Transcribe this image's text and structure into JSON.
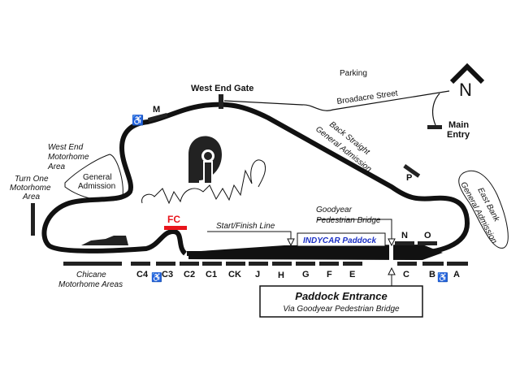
{
  "title": "Track map",
  "labels": {
    "parking": "Parking",
    "broadacre": "Broadacre Street",
    "west_end_gate": "West End Gate",
    "main_entry_1": "Main",
    "main_entry_2": "Entry",
    "north": "N",
    "back_straight_1": "Back Straight",
    "back_straight_2": "General Admission",
    "east_bank_1": "East Bank",
    "east_bank_2": "General Admission",
    "west_end_mh_1": "West End",
    "west_end_mh_2": "Motorhome",
    "west_end_mh_3": "Area",
    "turn_one_1": "Turn One",
    "turn_one_2": "Motorhome",
    "turn_one_3": "Area",
    "ga_1": "General",
    "ga_2": "Admission",
    "fc": "FC",
    "start_finish": "Start/Finish Line",
    "goodyear_1": "Goodyear",
    "goodyear_2": "Pedestrian Bridge",
    "indycar_paddock": "INDYCAR Paddock",
    "chicane_1": "Chicane",
    "chicane_2": "Motorhome Areas",
    "paddock_entrance": "Paddock Entrance",
    "paddock_via": "Via Goodyear Pedestrian Bridge"
  },
  "sections": {
    "M": "M",
    "P": "P",
    "N": "N",
    "O": "O",
    "C4": "C4",
    "C3": "C3",
    "C2": "C2",
    "C1": "C1",
    "CK": "CK",
    "J": "J",
    "H": "H",
    "G": "G",
    "F": "F",
    "E": "E",
    "C": "C",
    "B": "B",
    "A": "A"
  },
  "colors": {
    "fc": "#e8141b",
    "paddock_text": "#1a2fc4",
    "track": "#111111"
  }
}
